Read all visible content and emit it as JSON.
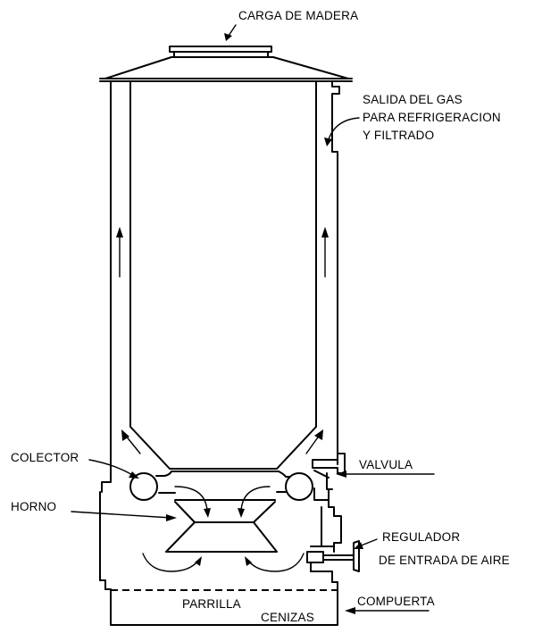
{
  "labels": {
    "wood_loading": "CARGA DE MADERA",
    "gas_outlet_1": "SALIDA DEL GAS",
    "gas_outlet_2": "PARA REFRIGERACION",
    "gas_outlet_3": "Y FILTRADO",
    "collector": "COLECTOR",
    "furnace": "HORNO",
    "valve": "VALVULA",
    "regulator_1": "REGULADOR",
    "regulator_2": "DE ENTRADA DE AIRE",
    "grate": "PARRILLA",
    "ashes": "CENIZAS",
    "gate": "COMPUERTA"
  }
}
